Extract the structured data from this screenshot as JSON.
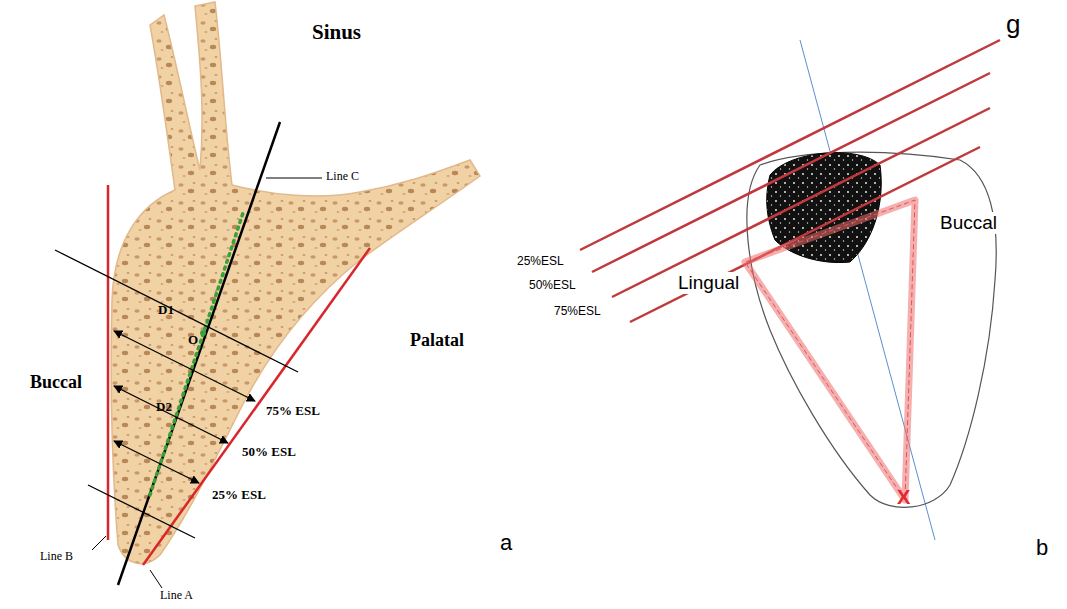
{
  "diagram": {
    "labels": [
      "Sinus",
      "Line C",
      "D1",
      "O",
      "D2",
      "Buccal",
      "Palatal",
      "75% ESL",
      "50% ESL",
      "25% ESL",
      "Line B",
      "Line A",
      "a",
      "g",
      "Buccal",
      "25%ESL",
      "50%ESL",
      "75%ESL",
      "Lingual",
      "X",
      "b"
    ]
  }
}
